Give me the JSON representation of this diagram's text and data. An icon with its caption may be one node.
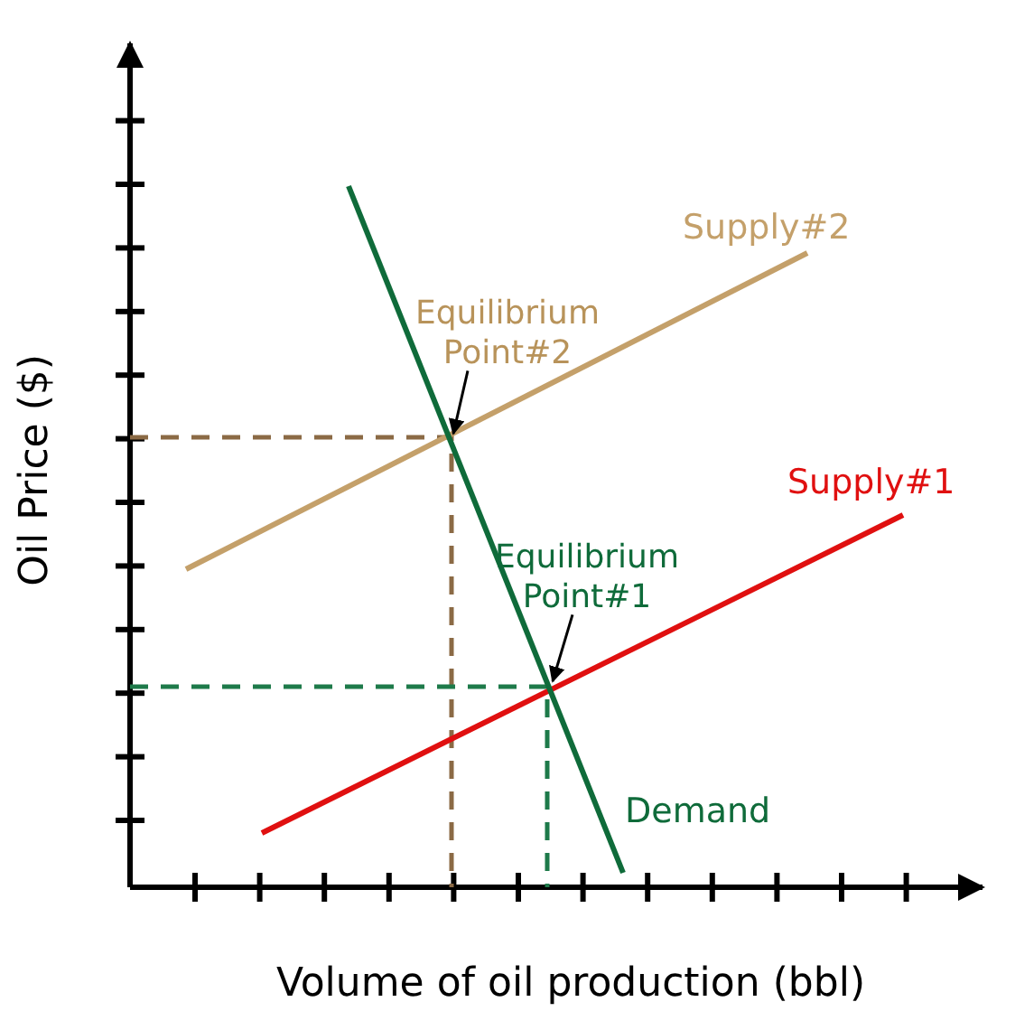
{
  "diagram": {
    "nodes": [
      {
        "text": [
          "Equilibrium Point#2"
        ]
      },
      {
        "text": [
          "Equilibrium Point#1"
        ]
      }
    ],
    "edges": [
      {
        "from": 0,
        "to": null,
        "arrow": "to"
      },
      {
        "from": 1,
        "to": null,
        "arrow": "to"
      }
    ],
    "labels": [
      "Supply#2",
      "Supply#1",
      "Demand",
      "Oil Price ($)",
      "Volume of oil production (bbl)"
    ]
  }
}
